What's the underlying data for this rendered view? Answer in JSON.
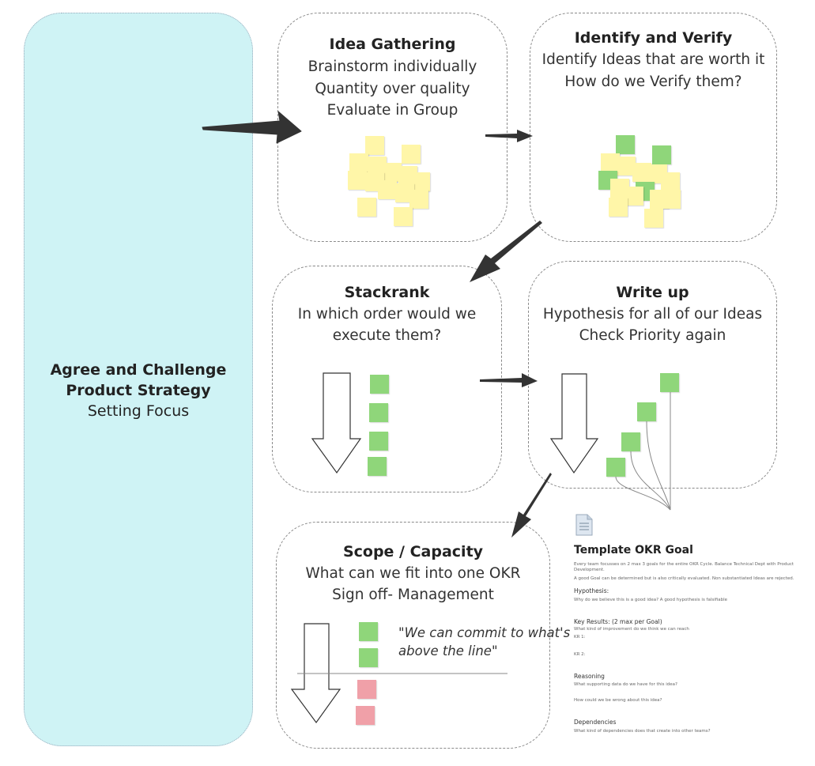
{
  "lane": {
    "title_line1": "Agree and Challenge",
    "title_line2": "Product Strategy",
    "subtitle": "Setting Focus"
  },
  "cards": {
    "idea_gathering": {
      "title": "Idea Gathering",
      "lines": [
        "Brainstorm individually",
        "Quantity over quality",
        "Evaluate in Group"
      ]
    },
    "identify_verify": {
      "title": "Identify and Verify",
      "lines": [
        "Identify Ideas that are worth it",
        "How do we Verify them?"
      ]
    },
    "stackrank": {
      "title": "Stackrank",
      "lines": [
        "In which order would we",
        "execute them?"
      ]
    },
    "write_up": {
      "title": "Write up",
      "lines": [
        "Hypothesis for all of our Ideas",
        "Check Priority again"
      ]
    },
    "scope": {
      "title": "Scope / Capacity",
      "lines": [
        "What can we fit into one OKR",
        "Sign off- Management"
      ],
      "quote_line1": "\"We can commit to what's",
      "quote_line2": "above the line\""
    }
  },
  "colors": {
    "lane": "#cff3f5",
    "yellow_note": "#fff6a8",
    "green_note": "#8fd67a",
    "red_note": "#f0a0a8"
  },
  "doc": {
    "icon": "document-icon",
    "title": "Template OKR Goal",
    "intro1": "Every team focusses on 2 max 3 goals for the entire OKR Cycle. Balance Technical Dept with Product",
    "intro2": "Development.",
    "intro3": "A good Goal can be determined but is also critically evaluated. Non substantiated Ideas are rejected.",
    "hypothesis": "Hypothesis:",
    "hypothesis_q": "Why do we believe this is a good idea? A good hypothesis is falsifiable",
    "key_results": "Key Results: (2 max per Goal)",
    "kr_q": "What kind of improvement do we think we can reach",
    "kr1": "KR 1:",
    "kr2": "KR 2:",
    "reasoning": "Reasoning",
    "reasoning_q1": "What supporting data do we have for this idea?",
    "reasoning_q2": "How could we be wrong about this idea?",
    "dependencies": "Dependencies",
    "dependencies_q": "What kind of dependencies does that create into other teams?"
  }
}
